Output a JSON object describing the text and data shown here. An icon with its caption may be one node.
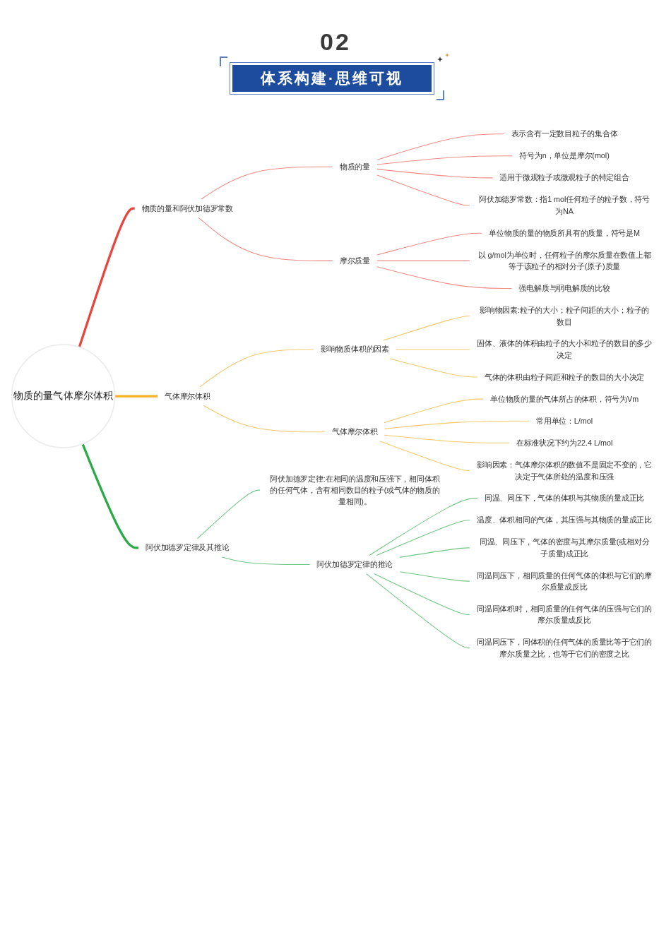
{
  "diagram": {
    "title": "体系构建·思维可视",
    "labels": [
      "02"
    ],
    "nodes": [
      {
        "text": [
          "物质的量气体摩尔体积"
        ]
      },
      {
        "text": [
          "物质的量和阿伏加德罗常数"
        ]
      },
      {
        "text": [
          "物质的量"
        ]
      },
      {
        "text": [
          "表示含有一定数目粒子的集合体"
        ]
      },
      {
        "text": [
          "符号为n，单位是摩尔(mol)"
        ]
      },
      {
        "text": [
          "适用于微观粒子或微观粒子的特定组合"
        ]
      },
      {
        "text": [
          "阿伏加德罗常数：指1 mol任何粒子的粒子数，符号为NA"
        ]
      },
      {
        "text": [
          "摩尔质量"
        ]
      },
      {
        "text": [
          "单位物质的量的物质所具有的质量，符号是M"
        ]
      },
      {
        "text": [
          "以 g/mol为单位时，任何粒子的摩尔质量在数值上都等于该粒子的相对分子(原子)质量"
        ]
      },
      {
        "text": [
          "强电解质与弱电解质的比较"
        ]
      },
      {
        "text": [
          "气体摩尔体积"
        ]
      },
      {
        "text": [
          "影响物质体积的因素"
        ]
      },
      {
        "text": [
          "影响物因素:粒子的大小；粒子间距的大小；粒子的数目"
        ]
      },
      {
        "text": [
          "固体、液体的体积由粒子的大小和粒子的数目的多少决定"
        ]
      },
      {
        "text": [
          "气体的体积由粒子间距和粒子的数目的大小决定"
        ]
      },
      {
        "text": [
          "气体摩尔体积"
        ]
      },
      {
        "text": [
          "单位物质的量的气体所占的体积，符号为Vm"
        ]
      },
      {
        "text": [
          "常用单位：L/mol"
        ]
      },
      {
        "text": [
          "在标准状况下约为22.4 L/mol"
        ]
      },
      {
        "text": [
          "影响因素：气体摩尔体积的数值不是固定不变的，它决定于气体所处的温度和压强"
        ]
      },
      {
        "text": [
          "阿伏加德罗定律及其推论"
        ]
      },
      {
        "text": [
          "阿伏加德罗定律:在相同的温度和压强下，相同体积的任何气体，含有相同数目的粒子(或气体的物质的量相同)。"
        ]
      },
      {
        "text": [
          "阿伏加德罗定律的推论"
        ]
      },
      {
        "text": [
          "同温、同压下，气体的体积与其物质的量成正比"
        ]
      },
      {
        "text": [
          "温度、体积相同的气体，其压强与其物质的量成正比"
        ]
      },
      {
        "text": [
          "同温、同压下，气体的密度与其摩尔质量(或相对分子质量)成正比"
        ]
      },
      {
        "text": [
          "同温同压下，相同质量的任何气体的体积与它们的摩尔质量成反比"
        ]
      },
      {
        "text": [
          "同温同体积时，相同质量的任何气体的压强与它们的摩尔质量成反比"
        ]
      },
      {
        "text": [
          "同温同压下，同体积的任何气体的质量比等于它们的摩尔质量之比，也等于它们的密度之比"
        ]
      }
    ],
    "edges": [
      {
        "from": 0,
        "to": 1,
        "arrow": "none",
        "style": "thick",
        "color": "#e8453c"
      },
      {
        "from": 1,
        "to": 2,
        "arrow": "none",
        "color": "#ee8c84"
      },
      {
        "from": 2,
        "to": 3,
        "arrow": "none",
        "color": "#ee8c84"
      },
      {
        "from": 2,
        "to": 4,
        "arrow": "none",
        "color": "#ee8c84"
      },
      {
        "from": 2,
        "to": 5,
        "arrow": "none",
        "color": "#ee8c84"
      },
      {
        "from": 2,
        "to": 6,
        "arrow": "none",
        "color": "#ee8c84"
      },
      {
        "from": 1,
        "to": 7,
        "arrow": "none",
        "color": "#ee8c84"
      },
      {
        "from": 7,
        "to": 8,
        "arrow": "none",
        "color": "#ee8c84"
      },
      {
        "from": 7,
        "to": 9,
        "arrow": "none",
        "color": "#ee8c84"
      },
      {
        "from": 7,
        "to": 10,
        "arrow": "none",
        "color": "#ee8c84"
      },
      {
        "from": 0,
        "to": 11,
        "arrow": "none",
        "style": "thick",
        "color": "#f4b123"
      },
      {
        "from": 11,
        "to": 12,
        "arrow": "none",
        "color": "#f6c96b"
      },
      {
        "from": 12,
        "to": 13,
        "arrow": "none",
        "color": "#f6c96b"
      },
      {
        "from": 12,
        "to": 14,
        "arrow": "none",
        "color": "#f6c96b"
      },
      {
        "from": 12,
        "to": 15,
        "arrow": "none",
        "color": "#f6c96b"
      },
      {
        "from": 11,
        "to": 16,
        "arrow": "none",
        "color": "#f6c96b"
      },
      {
        "from": 16,
        "to": 17,
        "arrow": "none",
        "color": "#f6c96b"
      },
      {
        "from": 16,
        "to": 18,
        "arrow": "none",
        "color": "#f6c96b"
      },
      {
        "from": 16,
        "to": 19,
        "arrow": "none",
        "color": "#f6c96b"
      },
      {
        "from": 16,
        "to": 20,
        "arrow": "none",
        "color": "#f6c96b"
      },
      {
        "from": 0,
        "to": 21,
        "arrow": "none",
        "style": "thick",
        "color": "#2aab48"
      },
      {
        "from": 21,
        "to": 22,
        "arrow": "none",
        "color": "#6fc783"
      },
      {
        "from": 21,
        "to": 23,
        "arrow": "none",
        "color": "#6fc783"
      },
      {
        "from": 23,
        "to": 24,
        "arrow": "none",
        "color": "#6fc783"
      },
      {
        "from": 23,
        "to": 25,
        "arrow": "none",
        "color": "#6fc783"
      },
      {
        "from": 23,
        "to": 26,
        "arrow": "none",
        "color": "#6fc783"
      },
      {
        "from": 23,
        "to": 27,
        "arrow": "none",
        "color": "#6fc783"
      },
      {
        "from": 23,
        "to": 28,
        "arrow": "none",
        "color": "#6fc783"
      },
      {
        "from": 23,
        "to": 29,
        "arrow": "none",
        "color": "#6fc783"
      }
    ]
  }
}
